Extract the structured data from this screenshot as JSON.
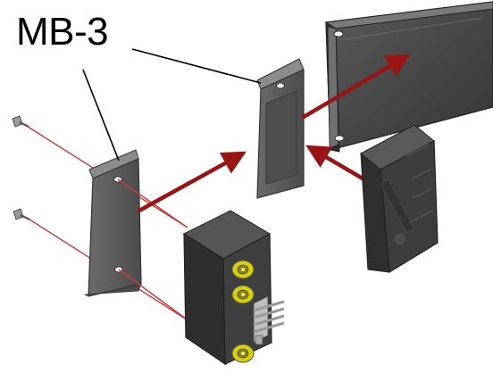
{
  "callout": {
    "label": "MB-3"
  },
  "colors": {
    "background": "#ffffff",
    "assembly_arrow": "#9b1414",
    "guide_line": "#cc3a3a",
    "bracket": "#5f5f5f",
    "bracket_edge": "#3a3a3a",
    "module_body": "#3d3d3d",
    "bnc_connector": "#d8d000",
    "rack_panel": "#4a4a4a"
  },
  "parts": {
    "screws": [
      "screw-upper",
      "screw-lower"
    ],
    "brackets": [
      "front-mounting-bracket",
      "rear-mounting-bracket"
    ],
    "modules": [
      "bnc-module",
      "module-cover"
    ],
    "panel": "rack-panel"
  },
  "icons": {
    "assembly_arrow": "arrow-icon",
    "screw": "screw-icon",
    "bnc_connector": "bnc-connector-icon"
  }
}
